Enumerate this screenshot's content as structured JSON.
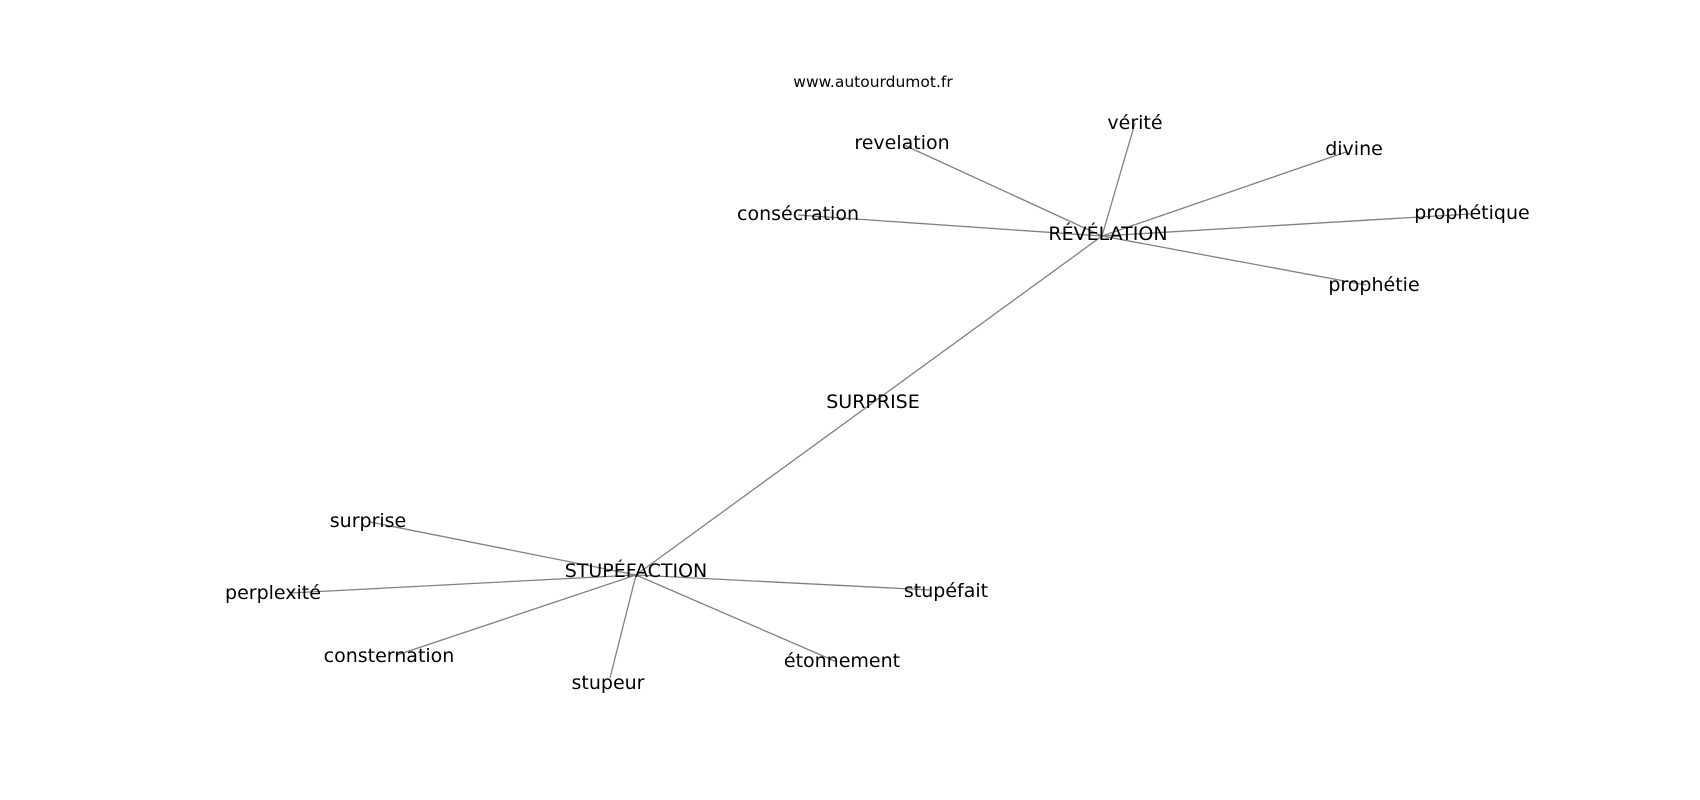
{
  "watermark": "www.autourdumot.fr",
  "colors": {
    "edge": "#808080",
    "text": "#000000",
    "background": "#ffffff"
  },
  "nodes": [
    {
      "id": "surprise_center",
      "label": "SURPRISE"
    },
    {
      "id": "revelation_center",
      "label": "RÉVÉLATION"
    },
    {
      "id": "stupefaction_center",
      "label": "STUPÉFACTION"
    },
    {
      "id": "revelation",
      "label": "revelation"
    },
    {
      "id": "verite",
      "label": "vérité"
    },
    {
      "id": "divine",
      "label": "divine"
    },
    {
      "id": "consecration",
      "label": "consécration"
    },
    {
      "id": "prophetique",
      "label": "prophétique"
    },
    {
      "id": "prophetie",
      "label": "prophétie"
    },
    {
      "id": "surprise",
      "label": "surprise"
    },
    {
      "id": "perplexite",
      "label": "perplexité"
    },
    {
      "id": "consternation",
      "label": "consternation"
    },
    {
      "id": "stupeur",
      "label": "stupeur"
    },
    {
      "id": "etonnement",
      "label": "étonnement"
    },
    {
      "id": "stupefait",
      "label": "stupéfait"
    }
  ],
  "edges": [
    [
      "revelation_center",
      "stupefaction_center"
    ],
    [
      "revelation_center",
      "revelation"
    ],
    [
      "revelation_center",
      "verite"
    ],
    [
      "revelation_center",
      "divine"
    ],
    [
      "revelation_center",
      "consecration"
    ],
    [
      "revelation_center",
      "prophetique"
    ],
    [
      "revelation_center",
      "prophetie"
    ],
    [
      "stupefaction_center",
      "surprise"
    ],
    [
      "stupefaction_center",
      "perplexite"
    ],
    [
      "stupefaction_center",
      "consternation"
    ],
    [
      "stupefaction_center",
      "stupeur"
    ],
    [
      "stupefaction_center",
      "etonnement"
    ],
    [
      "stupefaction_center",
      "stupefait"
    ]
  ]
}
